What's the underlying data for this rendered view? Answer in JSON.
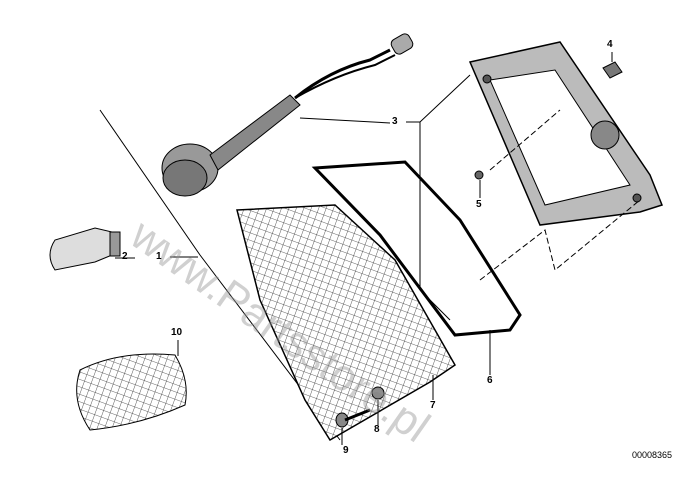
{
  "diagram": {
    "labels": {
      "l1": "1",
      "l2": "2",
      "l3": "3",
      "l4": "4",
      "l5": "5",
      "l6": "6",
      "l7": "7",
      "l8": "8",
      "l9": "9",
      "l10": "10"
    },
    "drawing_code": "00008365",
    "watermark": "www.Partsstore.pl"
  }
}
